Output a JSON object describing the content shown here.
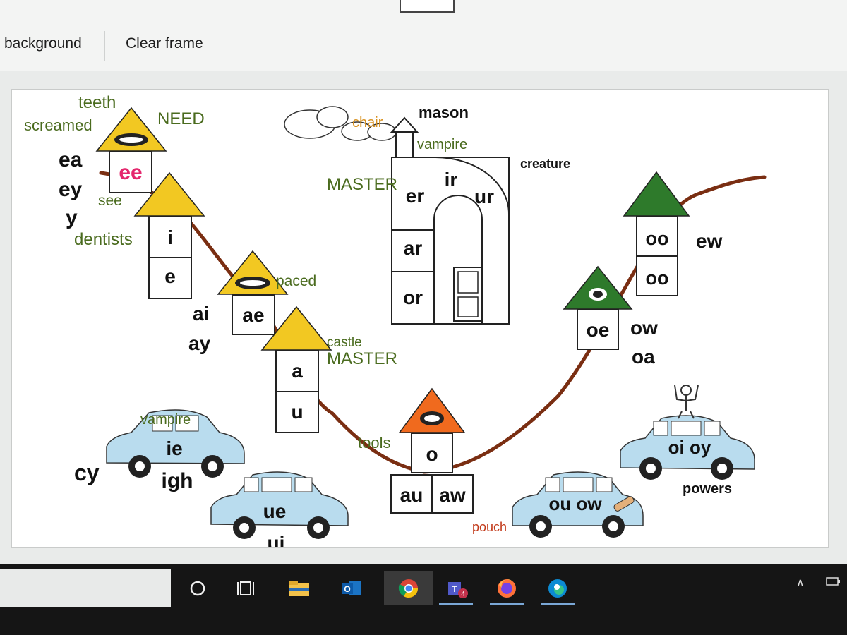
{
  "toolbar": {
    "background_label": "background",
    "clear_frame_label": "Clear frame"
  },
  "words": {
    "teeth": "teeth",
    "screamed": "screamed",
    "need": "NEED",
    "see": "see",
    "dentists": "dentists",
    "paced": "paced",
    "castle": "castle",
    "master1": "MASTER",
    "master2": "MASTER",
    "chair": "chair",
    "mason": "mason",
    "vampire_top": "vampire",
    "creature": "creature",
    "tools": "tools",
    "vampire_car": "vampire",
    "powers": "powers",
    "pouch": "pouch"
  },
  "graphemes": {
    "ea": "ea",
    "ey": "ey",
    "y": "y",
    "ee": "ee",
    "i": "i",
    "e": "e",
    "ai": "ai",
    "ay": "ay",
    "ae": "ae",
    "a": "a",
    "u": "u",
    "er": "er",
    "ir": "ir",
    "ur": "ur",
    "ar": "ar",
    "or": "or",
    "o": "o",
    "au": "au",
    "aw": "aw",
    "oe": "oe",
    "ow": "ow",
    "oa": "oa",
    "oo_long": "oo",
    "oo_short": "oo",
    "ew": "ew",
    "cy": "cy",
    "ie": "ie",
    "igh": "igh",
    "ue": "ue",
    "ui": "ui",
    "ou_ow": "ou ow",
    "oi_oy": "oi oy"
  },
  "colors": {
    "yellow_roof": "#f2c822",
    "orange_roof": "#f06a1e",
    "green_roof": "#2e7a2b",
    "track": "#7a2e12",
    "word_green": "#4a6b1e",
    "word_orange": "#d8901c",
    "pink": "#e4286e",
    "car_body": "#b9dcee"
  },
  "taskbar": {
    "icons": [
      "start-icon",
      "task-view-icon",
      "file-explorer-icon",
      "outlook-icon",
      "chrome-icon",
      "teams-icon",
      "firefox-icon",
      "edge-icon"
    ],
    "teams_badge": "4"
  }
}
